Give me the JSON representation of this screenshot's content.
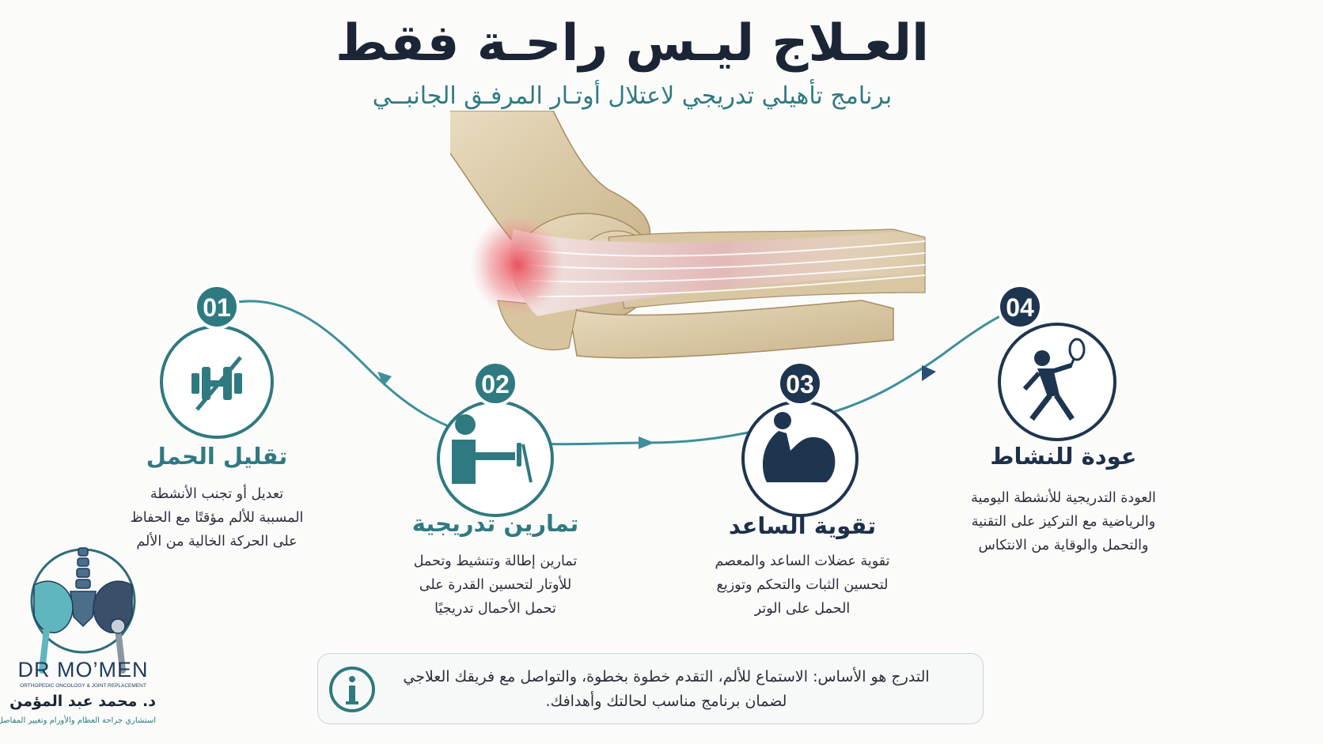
{
  "header": {
    "title": "العـلاج ليـس راحـة فقط",
    "subtitle": "برنامج تأهيلي تدريجي لاعتلال أوتـار المرفـق الجانبــي"
  },
  "steps": [
    {
      "number": "01",
      "title": "تقليل الحمل",
      "desc": [
        "تعديل أو تجنب الأنشطة",
        "المسببة للألم مؤقتًا مع الحفاظ",
        "على الحركة الخالية من الألم"
      ],
      "icon": "crossed-dumbbell-icon"
    },
    {
      "number": "02",
      "title": "تمارين تدريجية",
      "desc": [
        "تمارين إطالة وتنشيط وتحمل",
        "للأوتار لتحسين القدرة على",
        "تحمل الأحمال تدريجيًا"
      ],
      "icon": "arm-stretch-icon"
    },
    {
      "number": "03",
      "title": "تقوية الساعد",
      "desc": [
        "تقوية عضلات الساعد والمعصم",
        "لتحسين الثبات والتحكم وتوزيع",
        "الحمل على الوتر"
      ],
      "icon": "flexed-arm-dumbbell-icon"
    },
    {
      "number": "04",
      "title": "عودة للنشاط",
      "desc": [
        "العودة التدريجية للأنشطة اليومية",
        "والرياضية مع التركيز على التقنية",
        "والتحمل والوقاية من الانتكاس"
      ],
      "icon": "tennis-player-icon"
    }
  ],
  "note": {
    "line1": "التدرج هو الأساس: الاستماع للألم، التقدم خطوة بخطوة، والتواصل مع فريقك العلاجي",
    "line2": "لضمان برنامج مناسب لحالتك وأهدافك.",
    "icon": "info-icon"
  },
  "logo": {
    "brand": "DR MO’MEN",
    "brand_sub": "ORTHOPEDIC ONCOLOGY & JOINT REPLACEMENT",
    "doctor_name": "د. محمد عبد المؤمن",
    "doctor_title": "استشاري جراحة العظام والأورام وتغيير المفاصل"
  },
  "colors": {
    "teal": "#2f7a80",
    "navy": "#1e2f4a",
    "inflammation": "#e8434f",
    "bone": "#d9c7a4"
  }
}
